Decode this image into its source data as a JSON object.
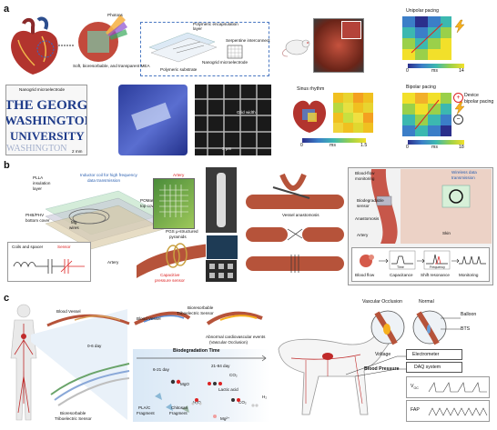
{
  "panels": {
    "a": "a",
    "b": "b",
    "c": "c"
  },
  "panel_a": {
    "photons": "Photons",
    "device_caption": "Soft, bioresorbable, and transparent MEA",
    "encapsulation": "Polymeric encapsulation layer",
    "interconnect": "Serpentine interconnect",
    "substrate": "Polymeric substrate",
    "nanogrid": "Nanogrid microelectrode",
    "gwu_label": "Nanogrid microelectrode",
    "gwu_line1": "THE GEORGE",
    "gwu_line2": "WASHINGTON",
    "gwu_line3": "UNIVERSITY",
    "gwu_line4": "WASHINGTON",
    "scale_2mm": "2 mm",
    "grid_width": "Grid width",
    "scale_3um": "3 μm",
    "sinus_rhythm": "Sinus rhythm",
    "sinus_min": "0",
    "sinus_unit": "ms",
    "sinus_max": "1.5",
    "unipolar_pacing": "Unipolar pacing",
    "uni_min": "0",
    "uni_unit": "ms",
    "uni_max": "14",
    "bipolar_pacing": "Bipolar pacing",
    "bi_min": "0",
    "bi_unit": "ms",
    "bi_max": "18",
    "device_bipolar_1": "Device",
    "device_bipolar_2": "bipolar pacing",
    "plus": "+",
    "minus": "−"
  },
  "panel_b": {
    "artery": "Artery",
    "plla": "PLLA",
    "insulation": "insulation",
    "layer": "layer",
    "inductor": "Inductor coil for high frequency",
    "inductor2": "data transmission",
    "pomac": "POMaC",
    "top_cover": "top cover",
    "phb": "PHB/PHV",
    "bottom_cover": "bottom cover",
    "mg": "Mg",
    "wires": "wires",
    "pgs": "PGS μ-structured",
    "pyramids": "pyramids",
    "coils_spacer": "Coils and spacer",
    "sensor": "Sensor",
    "artery2": "Artery",
    "capacitive": "Capacitive",
    "pressure": "pressure sensor",
    "vessel_anastomosis": "Vessel anastomosis",
    "blood_flow_monitoring": "Blood-flow",
    "monitoring": "monitoring",
    "wireless": "Wireless data",
    "transmission": "transmission",
    "biodegradable": "Biodegradable",
    "sensor2": "sensor",
    "anastomosis": "Anastomosis",
    "artery3": "Artery",
    "skin": "Skin",
    "flow_blood": "Blood flow",
    "flow_capacitance": "Capacitance",
    "flow_shift": "Shift resonance",
    "flow_monitoring": "Monitoring",
    "axis_time": "Time",
    "axis_frequency": "Frequency"
  },
  "panel_c": {
    "blood_vessel": "Blood Vessel",
    "blood_vessel2": "Blood Vessel",
    "bioresorbable": "Bioresorbable",
    "triboelectric": "Triboelectric Sensor",
    "abnormal": "Abnormal cardiovascular events",
    "vascular_occlusion": "(Vascular Occlusion)",
    "day_0_6": "0-6 day",
    "biodeg_time": "Biodegradation Time",
    "day_6_21": "6-21 day",
    "day_21_84": "21-84 day",
    "co2": "CO₂",
    "co2b": "CO₂",
    "mgo": "MgO",
    "h2o": "H₂O",
    "lactic": "Lactic acid",
    "h2": "H₂",
    "mg2": "Mg²⁺",
    "plac": "PLA/C",
    "fragment1": "Fragment",
    "chitosan": "Chitosan",
    "fragment2": "Fragment",
    "bts_caption1": "Bioresorbable",
    "bts_caption2": "Triboelectric Sensor",
    "vascular_occ": "Vascular Occlusion",
    "normal": "Normal",
    "balloon": "Balloon",
    "bts": "BTS",
    "voltage": "Voltage",
    "electrometer": "Electrometer",
    "daq": "DAQ system",
    "blood_pressure": "Blood Pressure",
    "voc": "V",
    "voc_sub": "OC",
    "fap": "FAP"
  }
}
